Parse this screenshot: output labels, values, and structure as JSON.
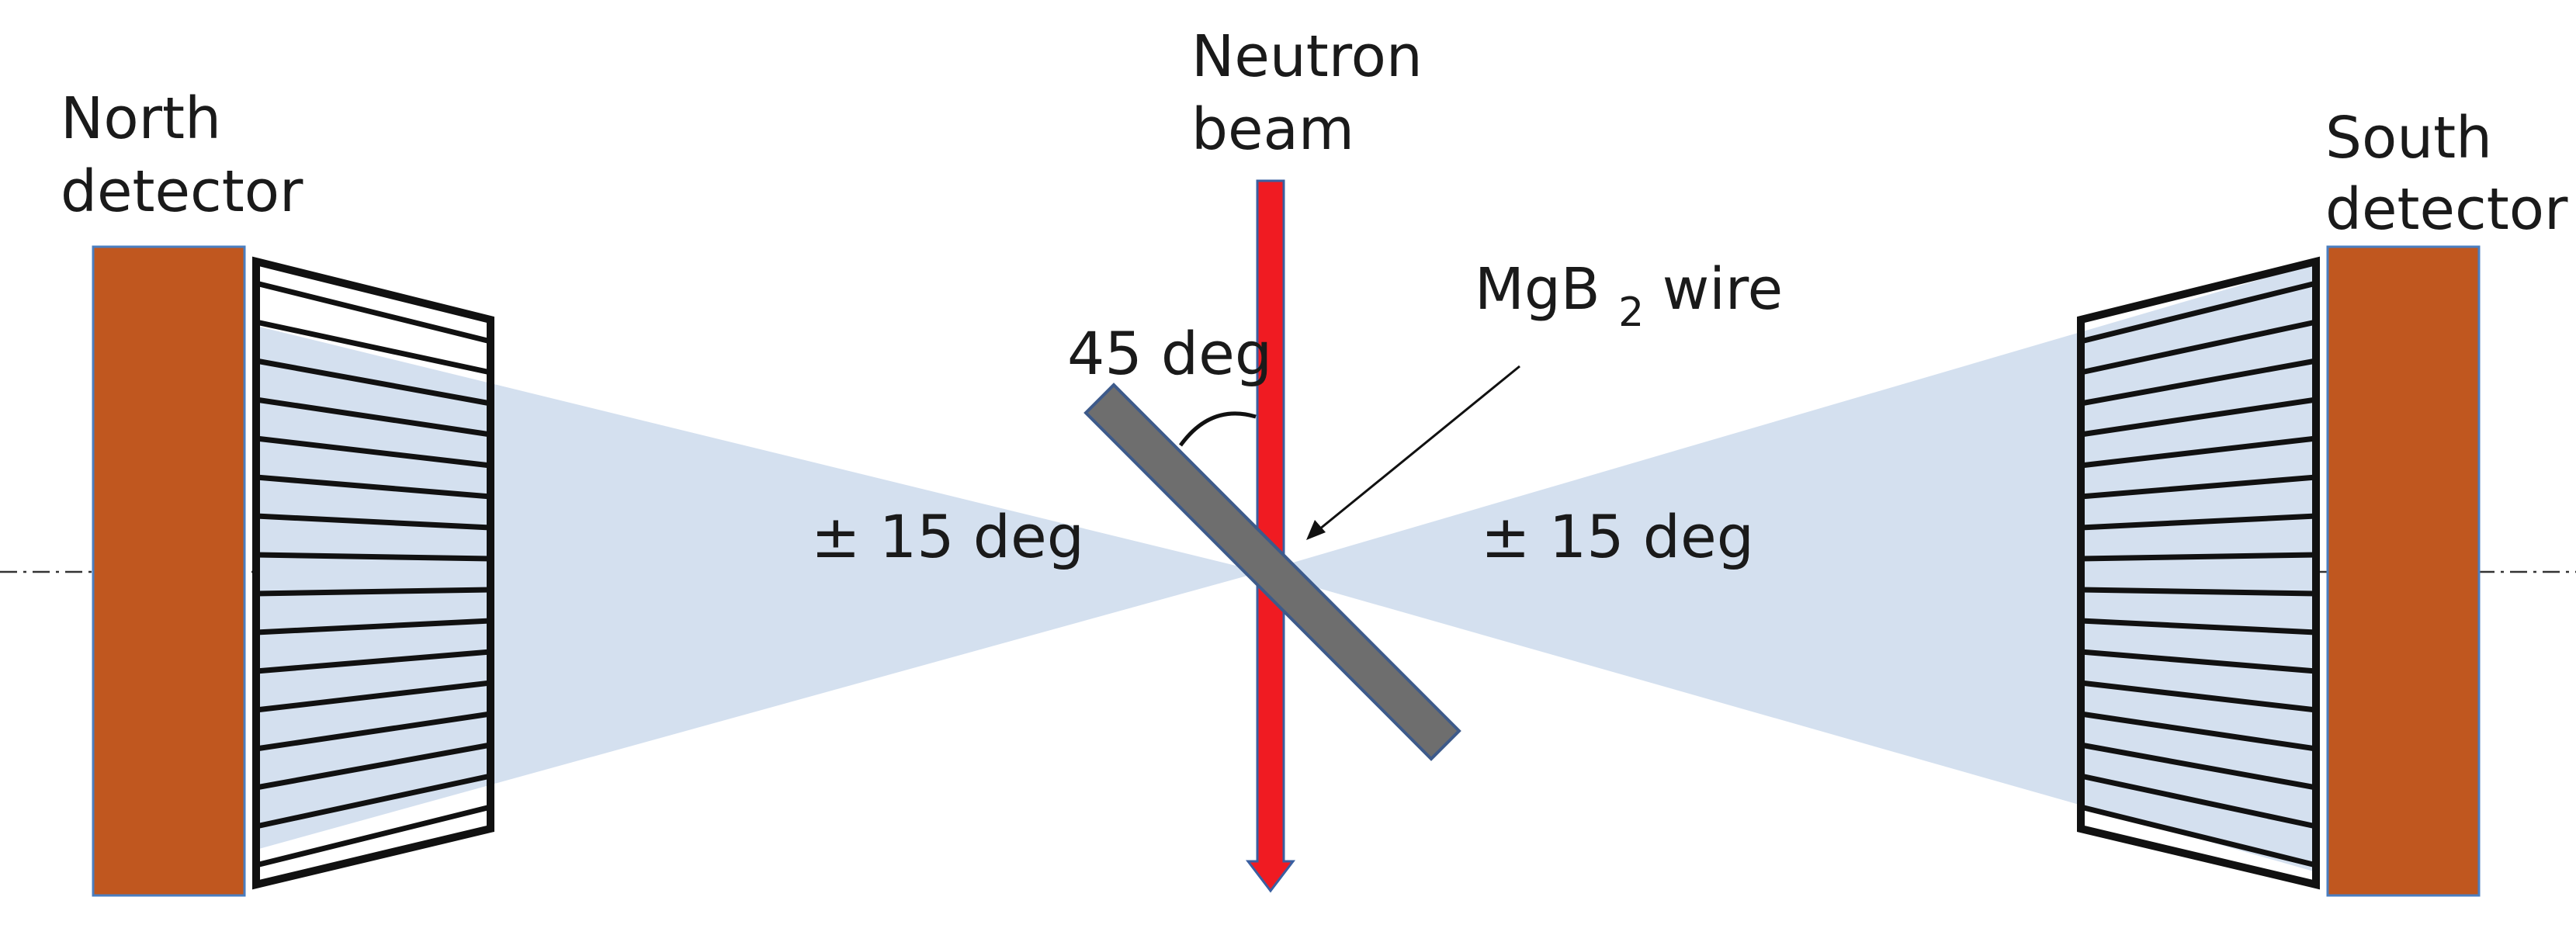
{
  "colors": {
    "detector_body": "#C0571F",
    "detector_edge": "#4A7EC0",
    "cone_fill": "#D4E0EF",
    "beam_fill": "#F01B22",
    "beam_edge": "#3A5FA0",
    "wire_fill": "#6E6E6E",
    "wire_edge": "#3D5A8A",
    "frame_stroke": "#111111",
    "axis_line": "#333333"
  },
  "labels": {
    "north_detector": [
      "North",
      "detector"
    ],
    "south_detector": [
      "South",
      "detector"
    ],
    "neutron_beam": [
      "Neutron",
      "beam"
    ],
    "wire_prefix": "MgB",
    "wire_subscript": "2",
    "wire_suffix": " wire",
    "angle_45": "45 deg",
    "angle_left": "± 15 deg",
    "angle_right": "± 15 deg"
  },
  "detector": {
    "slat_count": 15
  }
}
